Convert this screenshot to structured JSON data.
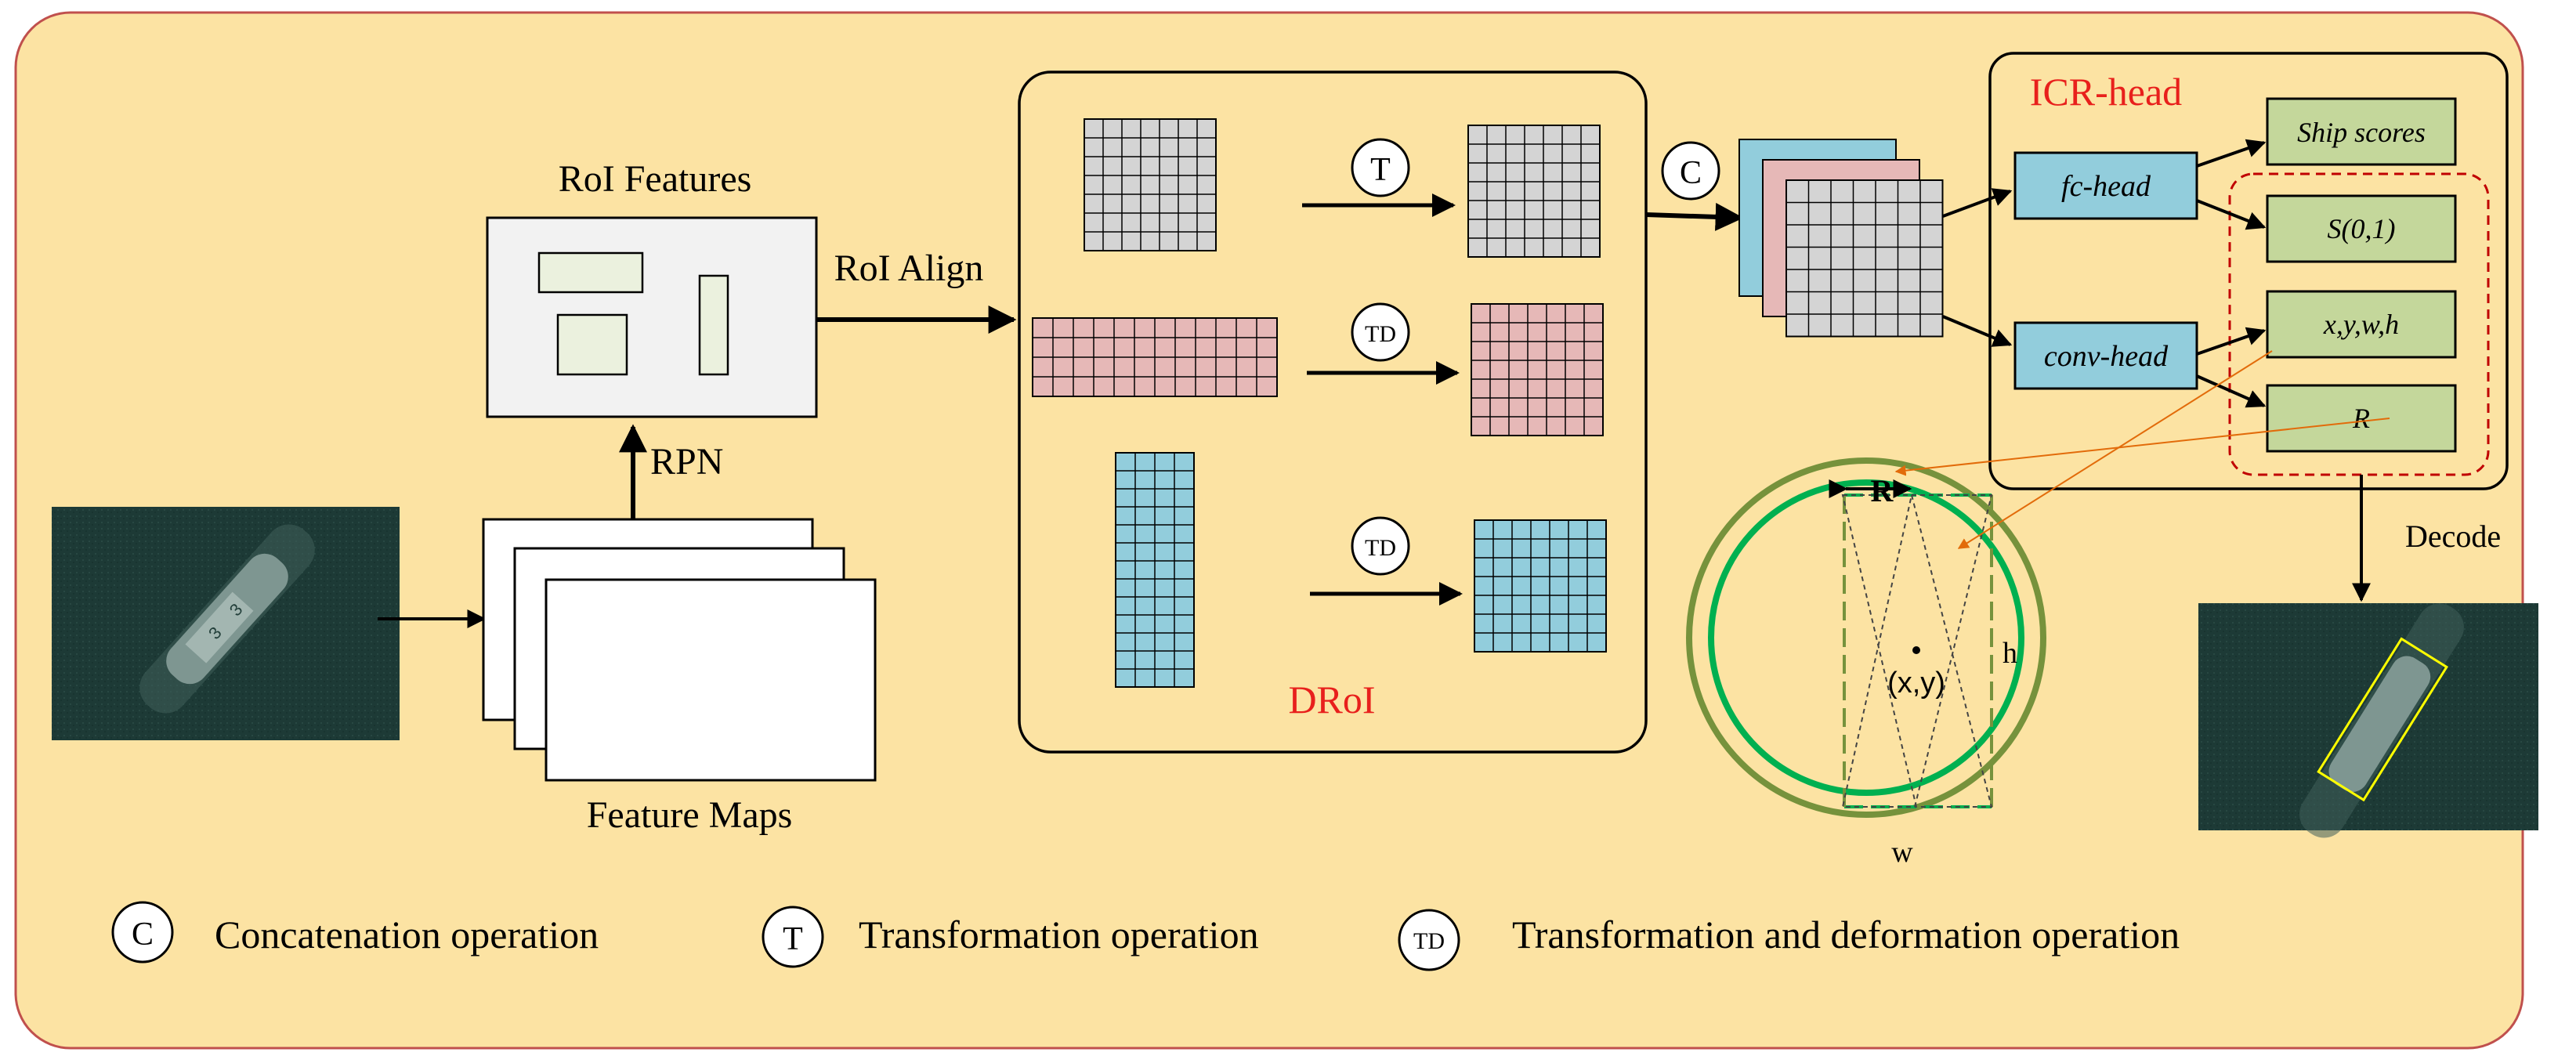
{
  "labels": {
    "roi_features": "RoI Features",
    "feature_maps": "Feature Maps",
    "rpn": "RPN",
    "roi_align": "RoI Align",
    "droi": "DRoI",
    "icr_head": "ICR-head",
    "decode": "Decode"
  },
  "ops": {
    "concat": "C",
    "transform": "T",
    "transform_deform": "TD"
  },
  "heads": {
    "fc": "fc-head",
    "conv": "conv-head"
  },
  "outputs": {
    "ship_scores": "Ship scores",
    "s01": "S(0,1)",
    "xywh": "x,y,w,h",
    "r": "R"
  },
  "geometry_labels": {
    "R": "R",
    "center": "(x,y)",
    "h": "h",
    "w": "w"
  },
  "legend": [
    {
      "symbol": "C",
      "text": "Concatenation operation"
    },
    {
      "symbol": "T",
      "text": "Transformation operation"
    },
    {
      "symbol": "TD",
      "text": "Transformation and deformation operation"
    }
  ],
  "colors": {
    "background": "#fce3a3",
    "frame": "#c0504d",
    "grid_gray": "#d4d4d4",
    "grid_pink": "#e6b8b7",
    "grid_blue": "#92cddc",
    "head_box": "#92cddc",
    "output_box": "#c4d79b",
    "title_red": "#e8201c",
    "dashed_red": "#c00000",
    "circle_outer": "#76923c",
    "circle_inner": "#00b050",
    "orange_line": "#e26b0a",
    "ship_box": "#ffff00"
  }
}
